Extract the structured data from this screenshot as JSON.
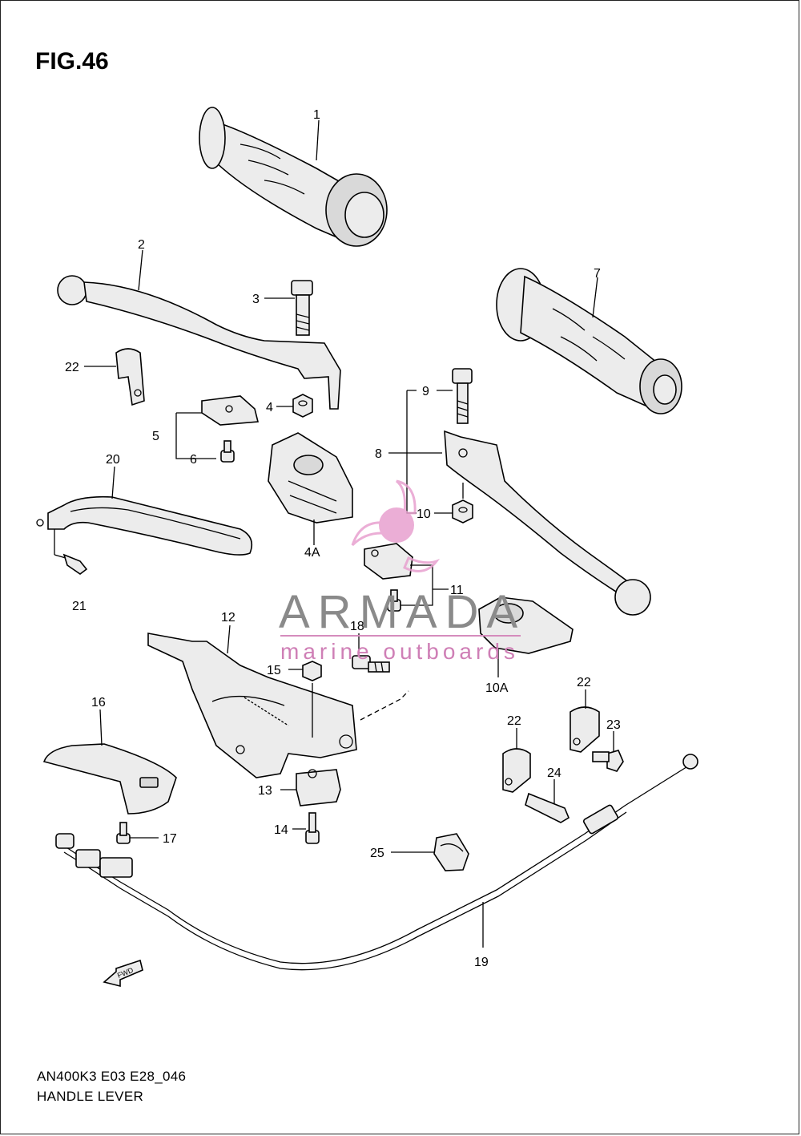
{
  "figure": {
    "title": "FIG.46"
  },
  "footer": {
    "model_code": "AN400K3 E03 E28_046",
    "section_name": "HANDLE LEVER"
  },
  "watermark": {
    "brand": "ARMADA",
    "tagline": "marine outboards",
    "accent_color": "#e8a1cf",
    "brand_color": "#8a8a8a"
  },
  "direction_badge": {
    "text": "FWD"
  },
  "callouts": {
    "c1": "1",
    "c2": "2",
    "c3": "3",
    "c4": "4",
    "c4a": "4A",
    "c5": "5",
    "c6": "6",
    "c7": "7",
    "c8": "8",
    "c9": "9",
    "c10": "10",
    "c10a": "10A",
    "c11": "11",
    "c12": "12",
    "c13": "13",
    "c14": "14",
    "c15": "15",
    "c16": "16",
    "c17": "17",
    "c18": "18",
    "c19": "19",
    "c20": "20",
    "c21": "21",
    "c22a": "22",
    "c22b": "22",
    "c22c": "22",
    "c23": "23",
    "c24": "24",
    "c25": "25"
  }
}
